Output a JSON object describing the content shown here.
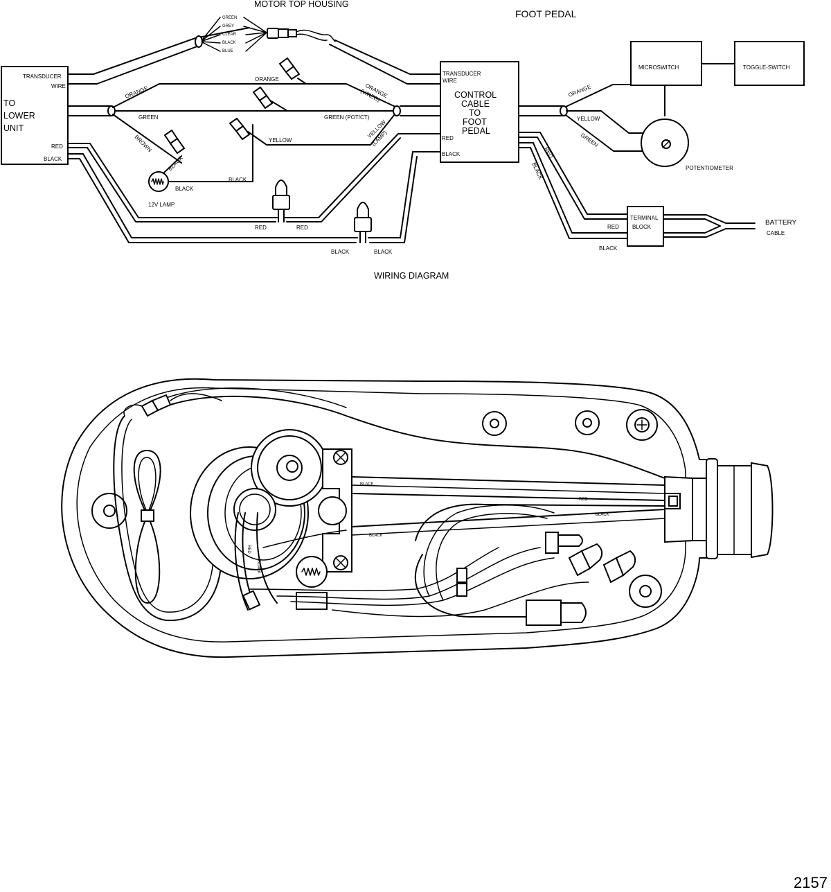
{
  "wiring": {
    "title": "WIRING DIAGRAM",
    "motor_top_housing": "MOTOR TOP HOUSING",
    "foot_pedal": "FOOT PEDAL",
    "connector_wires": [
      "GREEN",
      "GREY",
      "CLEAR",
      "BLACK",
      "BLUE"
    ],
    "lower_unit": {
      "transducer": "TRANSDUCER",
      "wire": "WIRE",
      "to": "TO",
      "lower": "LOWER",
      "unit": "UNIT",
      "red": "RED",
      "black": "BLACK"
    },
    "control_cable": {
      "transducer": "TRANSDUCER",
      "wire": "WIRE",
      "lines": [
        "CONTROL",
        "CABLE",
        "TO",
        "FOOT",
        "PEDAL"
      ],
      "red": "RED",
      "black": "BLACK"
    },
    "wire_labels": {
      "orange_left": "ORANGE",
      "orange_mid": "ORANGE",
      "orange_vreg": "ORANGE",
      "vreg": "(V/REG)",
      "green_left": "GREEN",
      "green_potct": "GREEN (POT/CT)",
      "brown": "BROWN",
      "black_diag": "BLACK",
      "yellow_mid": "YELLOW",
      "yellow_lamp": "YELLOW",
      "lamp_paren": "(LAMP)",
      "lamp_black": "BLACK",
      "lamp_black2": "BLACK",
      "lamp": "12V LAMP",
      "red_a": "RED",
      "red_b": "RED",
      "black_a": "BLACK",
      "black_b": "BLACK"
    },
    "pedal": {
      "microswitch": "MICROSWITCH",
      "toggle_switch": "TOGGLE-SWITCH",
      "orange": "ORANGE",
      "yellow": "YELLOW",
      "green": "GREEN",
      "potentiometer": "POTENTIOMETER",
      "red": "RED",
      "black": "BLACK"
    },
    "terminal": {
      "terminal": "TERMINAL",
      "block": "BLOCK",
      "red": "RED",
      "black": "BLACK",
      "battery": "BATTERY",
      "cable": "CABLE"
    }
  },
  "housing": {
    "labels": {
      "black_top": "BLACK",
      "red": "RED",
      "black_mid": "BLACK",
      "black_low": "BLACK",
      "red_vert": "RED",
      "black_vert": "BLACK"
    }
  },
  "page_number": "2157"
}
